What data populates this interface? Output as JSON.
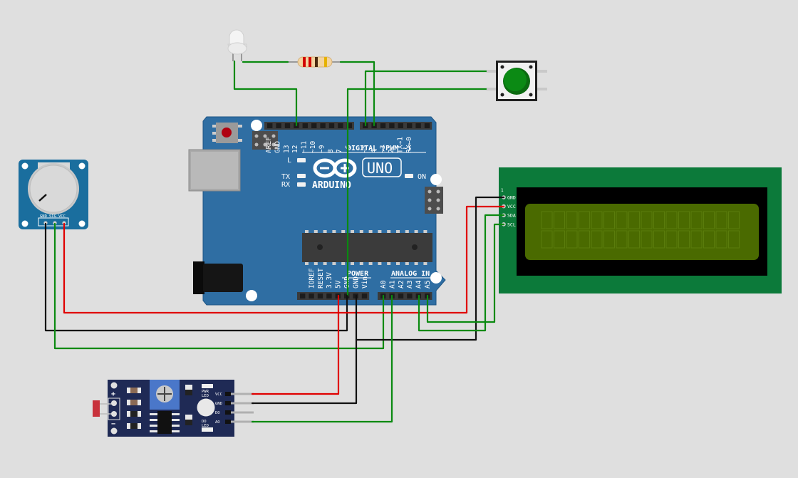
{
  "colors": {
    "background": "#dfdfdf",
    "arduino_board": "#2f6ea3",
    "pcb_dark": "#1f2a55",
    "lcd_board": "#0c7a3a",
    "lcd_screen": "#4a6a00",
    "button_cap": "#0b8a14",
    "pot_body": "#1a6e9e",
    "wire_red": "#e00000",
    "wire_black": "#111111",
    "wire_green": "#0a8a10"
  },
  "arduino": {
    "digital_pins": [
      "AREF",
      "GND",
      "13",
      "12",
      "~11",
      "~10",
      "~9",
      "8",
      "7",
      "~6",
      "~5",
      "4",
      "~3",
      "2",
      "TX→1",
      "RX←0"
    ],
    "digital_label": "DIGITAL (PWM ~)",
    "led_l": "L",
    "led_tx": "TX",
    "led_rx": "RX",
    "led_on": "ON",
    "brand": "ARDUINO",
    "model": "UNO",
    "power_label": "POWER",
    "analog_label": "ANALOG IN",
    "power_pins": [
      "IOREF",
      "RESET",
      "3.3V",
      "5V",
      "GND",
      "GND",
      "Vin"
    ],
    "analog_pins": [
      "A0",
      "A1",
      "A2",
      "A3",
      "A4",
      "A5"
    ]
  },
  "potentiometer": {
    "pins": [
      "GND",
      "SIG",
      "VCC"
    ]
  },
  "lcd": {
    "pin_index": "1",
    "pins": [
      "GND",
      "VCC",
      "SDA",
      "SCL"
    ]
  },
  "ldr_module": {
    "pins": [
      "VCC",
      "GND",
      "DO",
      "AO"
    ],
    "pwr_led": [
      "PWR",
      "LED"
    ],
    "do_led": [
      "DO",
      "LED"
    ],
    "plus": "+",
    "minus": "−"
  }
}
